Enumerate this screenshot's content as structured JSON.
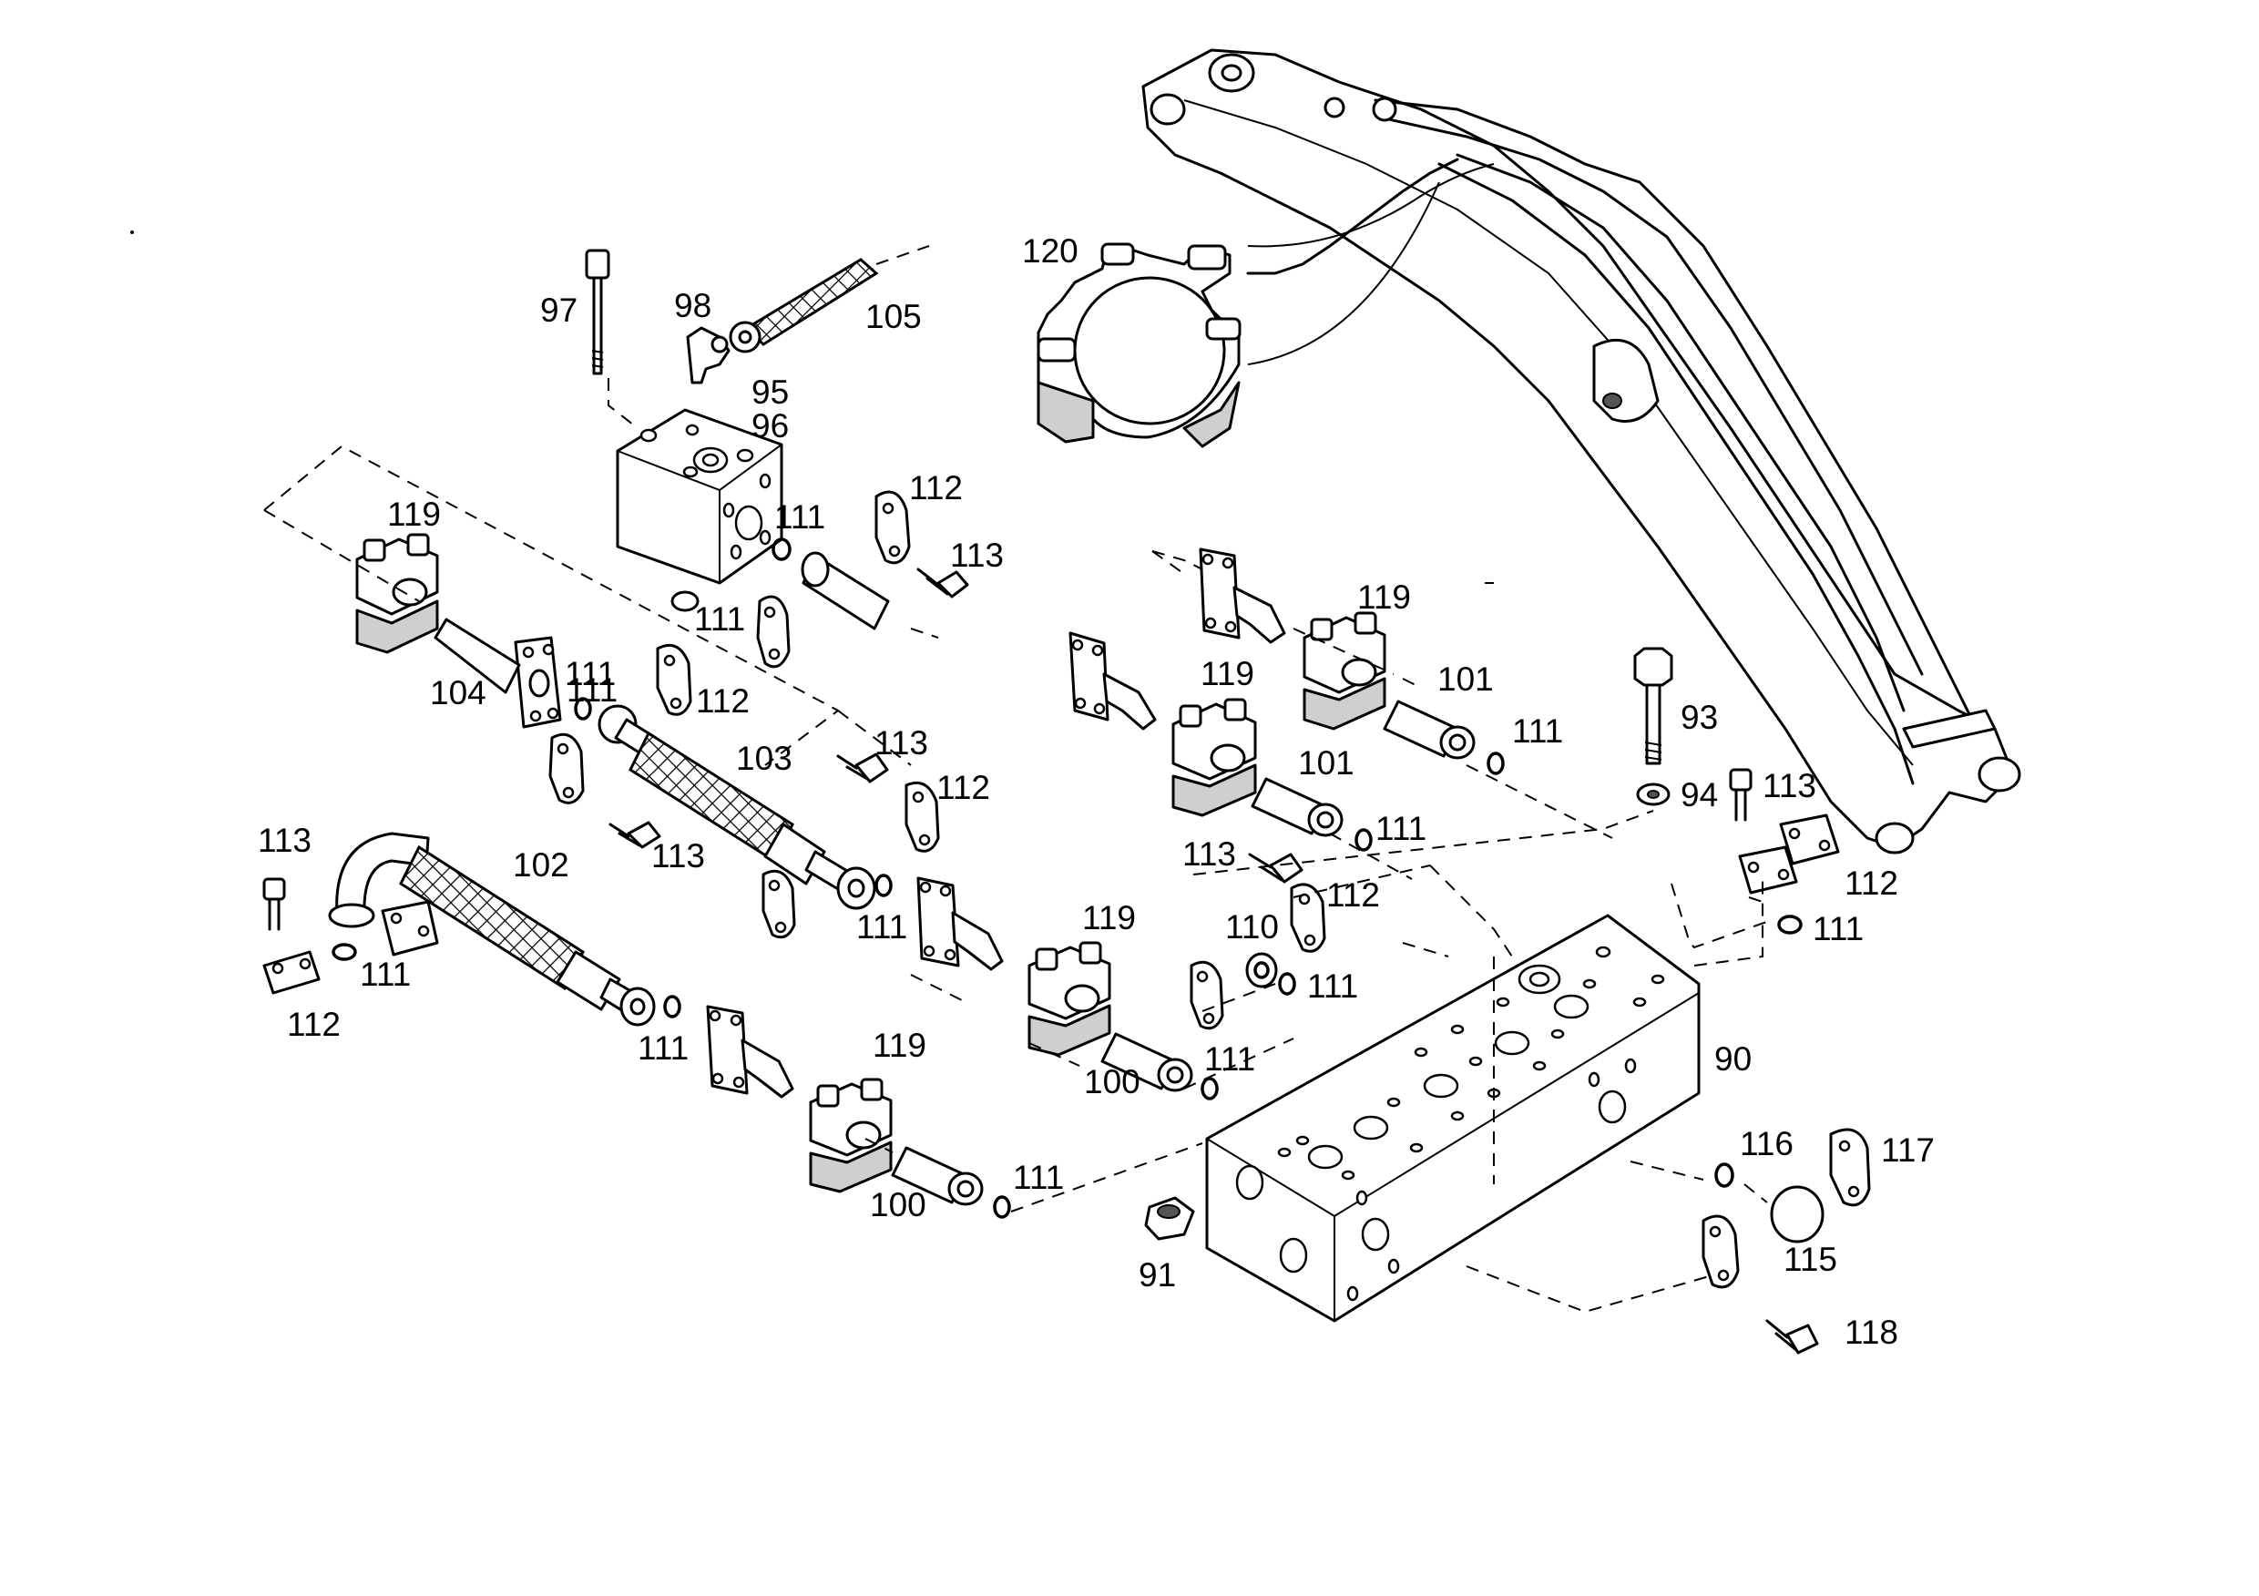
{
  "diagram": {
    "part_labels": {
      "p90": "90",
      "p91": "91",
      "p93": "93",
      "p94": "94",
      "p95": "95",
      "p96": "96",
      "p97": "97",
      "p98": "98",
      "p100a": "100",
      "p100b": "100",
      "p101a": "101",
      "p101b": "101",
      "p102": "102",
      "p103": "103",
      "p104": "104",
      "p105": "105",
      "p110": "110",
      "p111a": "111",
      "p111b": "111",
      "p111c": "111",
      "p111d": "111",
      "p111e": "111",
      "p111f": "111",
      "p111g": "111",
      "p111h": "111",
      "p111i": "111",
      "p111j": "111",
      "p111k": "111",
      "p111l": "111",
      "p111m": "111",
      "p112a": "112",
      "p112b": "112",
      "p112c": "112",
      "p112d": "112",
      "p112e": "112",
      "p112f": "112",
      "p113a": "113",
      "p113b": "113",
      "p113c": "113",
      "p113d": "113",
      "p113e": "113",
      "p113f": "113",
      "p115": "115",
      "p116": "116",
      "p117": "117",
      "p118": "118",
      "p119a": "119",
      "p119b": "119",
      "p119c": "119",
      "p119d": "119",
      "p119e": "119",
      "p120": "120"
    }
  }
}
